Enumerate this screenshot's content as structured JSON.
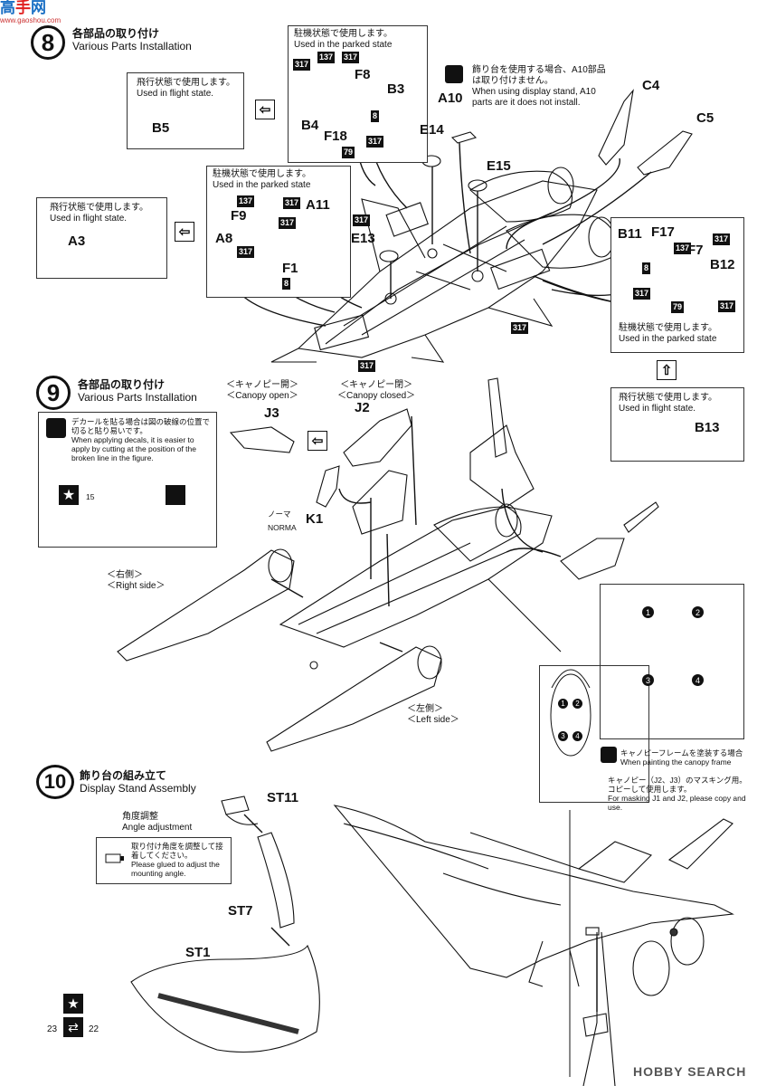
{
  "watermark_top": "www.gaoshou.com",
  "watermark_bottom": "HOBBY SEARCH",
  "step8": {
    "number": "8",
    "title_jp": "各部品の取り付け",
    "title_en": "Various Parts Installation",
    "flight_note_jp": "飛行状態で使用します。",
    "flight_note_en": "Used in flight state.",
    "parked_note_jp": "駐機状態で使用します。",
    "parked_note_en": "Used in the parked state",
    "parked_note2_jp": "駐機状態で使用します。",
    "parked_note2_en": "Used in the parked state",
    "flight_note2_jp": "飛行状態で使用します。",
    "flight_note2_en": "Used in flight state.",
    "parked_note3_jp": "駐機状態で使用します。",
    "parked_note3_en": "Used in the parked state",
    "flight_note3_jp": "飛行状態で使用します。",
    "flight_note3_en": "Used in flight state.",
    "display_note_jp": "飾り台を使用する場合、A10部品は取り付けません。",
    "display_note_en": "When using display stand, A10 parts are it does not install.",
    "parts": {
      "B5": "B5",
      "A3": "A3",
      "F8": "F8",
      "B3": "B3",
      "B4": "B4",
      "F18": "F18",
      "A10": "A10",
      "C4": "C4",
      "C5": "C5",
      "E14": "E14",
      "E15": "E15",
      "E13": "E13",
      "F9": "F9",
      "A11": "A11",
      "A8": "A8",
      "F1": "F1",
      "B11": "B11",
      "F17": "F17",
      "F7": "F7",
      "B12": "B12",
      "B13": "B13"
    },
    "paint_codes": {
      "c317": "317",
      "c137": "137",
      "c8": "8",
      "c79": "79"
    }
  },
  "step9": {
    "number": "9",
    "title_jp": "各部品の取り付け",
    "title_en": "Various Parts Installation",
    "canopy_open_jp": "＜キャノピー開＞",
    "canopy_open_en": "＜Canopy open＞",
    "canopy_closed_jp": "＜キャノピー閉＞",
    "canopy_closed_en": "＜Canopy closed＞",
    "decal_note_jp": "デカールを貼る場合は図の破線の位置で切ると貼り易いです。",
    "decal_note_en": "When applying decals, it is easier to apply by cutting at the position of the broken line in the figure.",
    "decal_number": "15",
    "parts": {
      "J3": "J3",
      "J2": "J2",
      "K1": "K1"
    },
    "norma_jp": "ノーマ",
    "norma_en": "NORMA",
    "right_side_jp": "＜右側＞",
    "right_side_en": "＜Right side＞",
    "left_side_jp": "＜左側＞",
    "left_side_en": "＜Left side＞",
    "canopy_frame_jp": "キャノピーフレームを塗装する場合",
    "canopy_frame_en": "When painting the canopy frame",
    "masking_jp": "キャノピー（J2、J3）のマスキング用。コピーして使用します。",
    "masking_en": "For masking J1 and J2, please copy and use.",
    "mask_numbers": [
      "1",
      "2",
      "3",
      "4"
    ]
  },
  "step10": {
    "number": "10",
    "title_jp": "飾り台の組み立て",
    "title_en": "Display Stand Assembly",
    "angle_jp": "角度調整",
    "angle_en": "Angle adjustment",
    "glue_note_jp": "取り付け角度を調整して接着してください。",
    "glue_note_en": "Please glued to adjust the mounting angle.",
    "parts": {
      "ST11": "ST11",
      "ST7": "ST7",
      "ST1": "ST1"
    }
  },
  "page_refs": {
    "left": "23",
    "right": "22"
  }
}
